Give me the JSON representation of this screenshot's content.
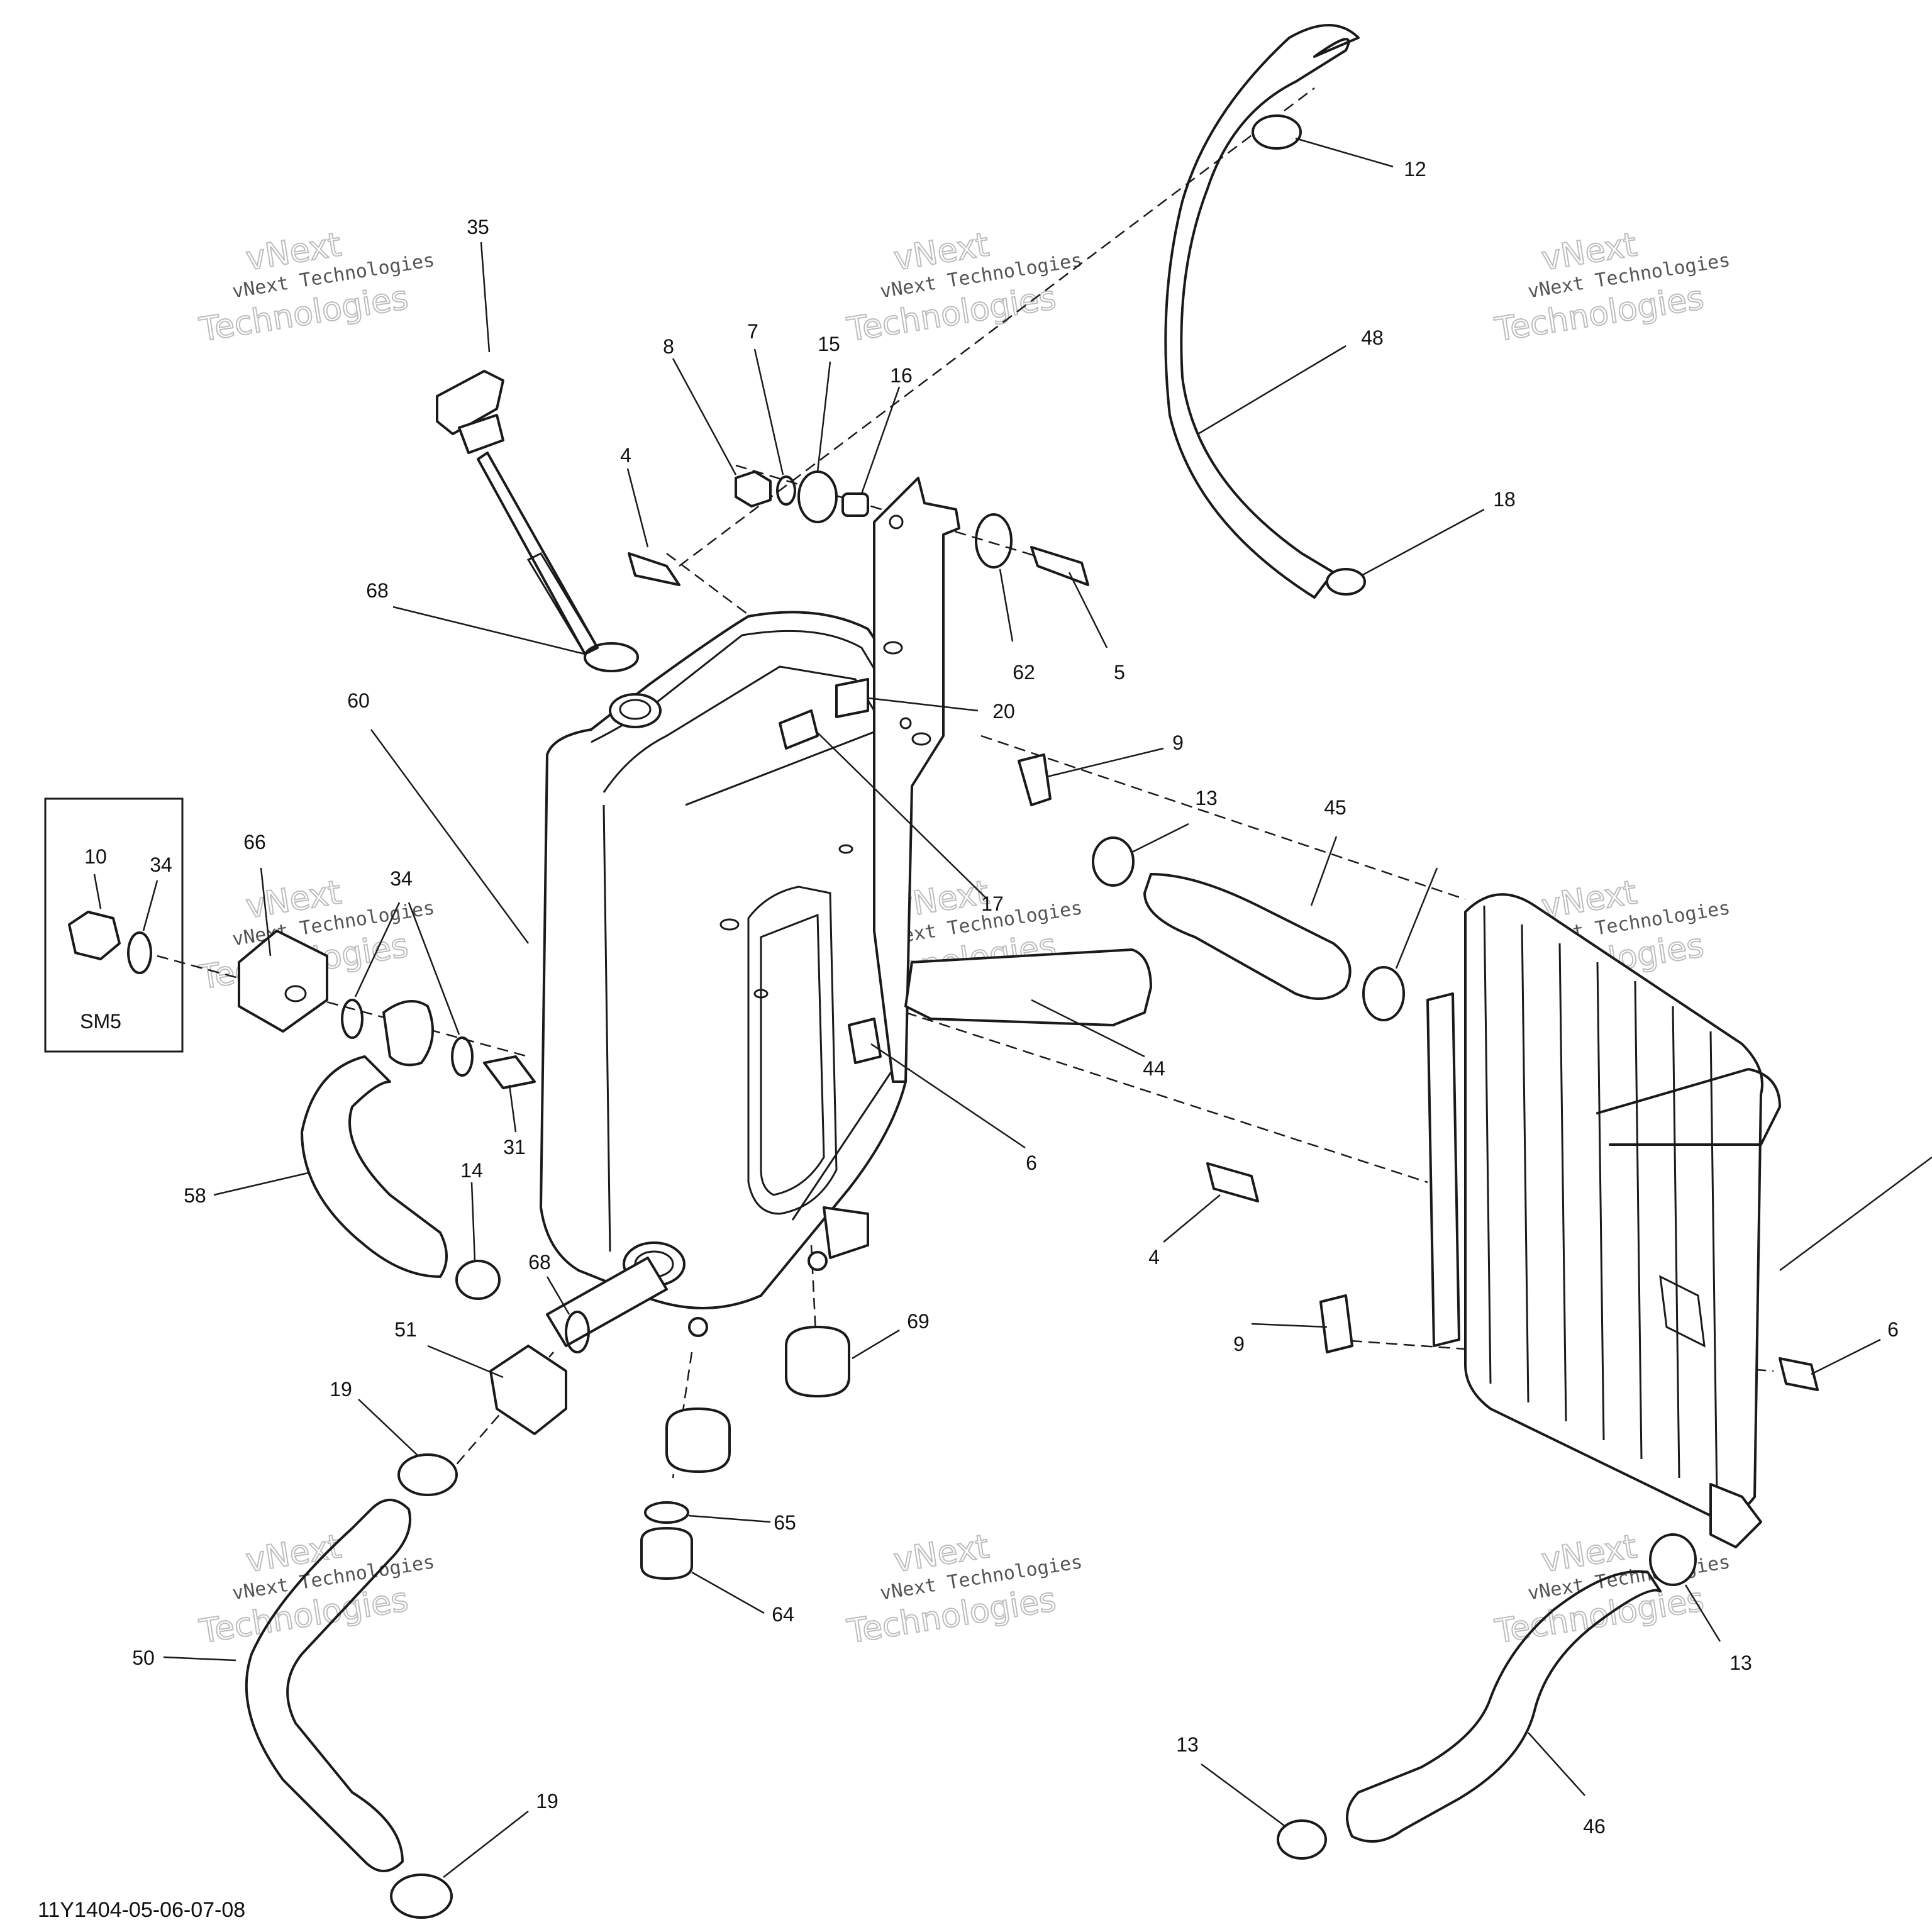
{
  "drawing_code": "11Y1404-05-06-07-08",
  "watermark": {
    "line_top": "vNext",
    "line_mid": "vNext Technologies",
    "line_bottom": "Technologies"
  },
  "inset": {
    "label": "SM5",
    "callouts": [
      "10",
      "34"
    ]
  },
  "callouts": [
    "35",
    "4",
    "8",
    "7",
    "15",
    "16",
    "12",
    "48",
    "18",
    "68",
    "5",
    "62",
    "20",
    "60",
    "9",
    "13",
    "45",
    "17",
    "66",
    "34",
    "31",
    "44",
    "6",
    "58",
    "14",
    "68",
    "51",
    "69",
    "19",
    "65",
    "64",
    "50",
    "19",
    "4",
    "9",
    "6",
    "13",
    "46",
    "13"
  ]
}
